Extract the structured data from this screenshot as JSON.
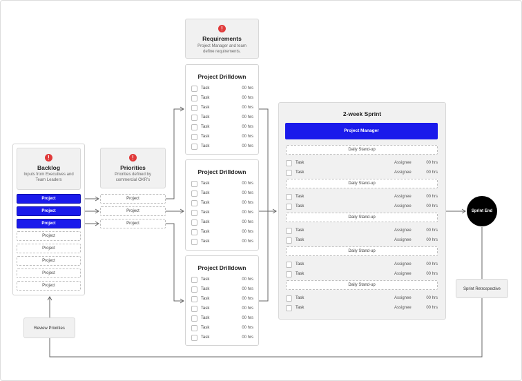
{
  "requirements": {
    "title": "Requirements",
    "subtitle": "Project Manager and team define requirements."
  },
  "backlog": {
    "title": "Backlog",
    "subtitle": "Inputs from Executives and Team Leaders",
    "projects": [
      "Project",
      "Project",
      "Project",
      "Project",
      "Project",
      "Project",
      "Project",
      "Project"
    ]
  },
  "priorities": {
    "title": "Priorities",
    "subtitle": "Priorities defined by commercial OKR's",
    "projects": [
      "Project",
      "Project",
      "Project"
    ]
  },
  "drilldowns": [
    {
      "title": "Project Drilldown",
      "tasks": [
        {
          "name": "Task",
          "hours": "00 hrs"
        },
        {
          "name": "Task",
          "hours": "00 hrs"
        },
        {
          "name": "Task",
          "hours": "00 hrs"
        },
        {
          "name": "Task",
          "hours": "00 hrs"
        },
        {
          "name": "Task",
          "hours": "00 hrs"
        },
        {
          "name": "Task",
          "hours": "00 hrs"
        },
        {
          "name": "Task",
          "hours": "00 hrs"
        }
      ]
    },
    {
      "title": "Project Drilldown",
      "tasks": [
        {
          "name": "Task",
          "hours": "00 hrs"
        },
        {
          "name": "Task",
          "hours": "00 hrs"
        },
        {
          "name": "Task",
          "hours": "00 hrs"
        },
        {
          "name": "Task",
          "hours": "00 hrs"
        },
        {
          "name": "Task",
          "hours": "00 hrs"
        },
        {
          "name": "Task",
          "hours": "00 hrs"
        },
        {
          "name": "Task",
          "hours": "00 hrs"
        }
      ]
    },
    {
      "title": "Project Drilldown",
      "tasks": [
        {
          "name": "Task",
          "hours": "00 hrs"
        },
        {
          "name": "Task",
          "hours": "00 hrs"
        },
        {
          "name": "Task",
          "hours": "00 hrs"
        },
        {
          "name": "Task",
          "hours": "00 hrs"
        },
        {
          "name": "Task",
          "hours": "00 hrs"
        },
        {
          "name": "Task",
          "hours": "00 hrs"
        },
        {
          "name": "Task",
          "hours": "00 hrs"
        }
      ]
    }
  ],
  "sprint": {
    "title": "2-week Sprint",
    "manager_label": "Project Manager",
    "standup_label": "Daily Stand-up",
    "groups": [
      [
        {
          "name": "Task",
          "assignee": "Assignee",
          "hours": "00 hrs"
        },
        {
          "name": "Task",
          "assignee": "Assignee",
          "hours": "00 hrs"
        }
      ],
      [
        {
          "name": "Task",
          "assignee": "Assignee",
          "hours": "00 hrs"
        },
        {
          "name": "Task",
          "assignee": "Assignee",
          "hours": "00 hrs"
        }
      ],
      [
        {
          "name": "Task",
          "assignee": "Assignee",
          "hours": "00 hrs"
        },
        {
          "name": "Task",
          "assignee": "Assignee",
          "hours": "00 hrs"
        }
      ],
      [
        {
          "name": "Task",
          "assignee": "Assignee",
          "hours": "00 hrs"
        },
        {
          "name": "Task",
          "assignee": "Assignee",
          "hours": "00 hrs"
        }
      ],
      [
        {
          "name": "Task",
          "assignee": "Assignee",
          "hours": "00 hrs"
        },
        {
          "name": "Task",
          "assignee": "Assignee",
          "hours": "00 hrs"
        }
      ]
    ]
  },
  "sprint_end": "Sprint End",
  "sprint_retrospective": "Sprint Retrospective",
  "review_priorities": "Review Priorities",
  "colors": {
    "accent": "#1a1aeb",
    "warning": "#e03a3a",
    "panel": "#f1f1f1",
    "line": "#666666"
  },
  "icons": {
    "warning": "exclamation-icon",
    "checkbox": "checkbox-icon"
  }
}
